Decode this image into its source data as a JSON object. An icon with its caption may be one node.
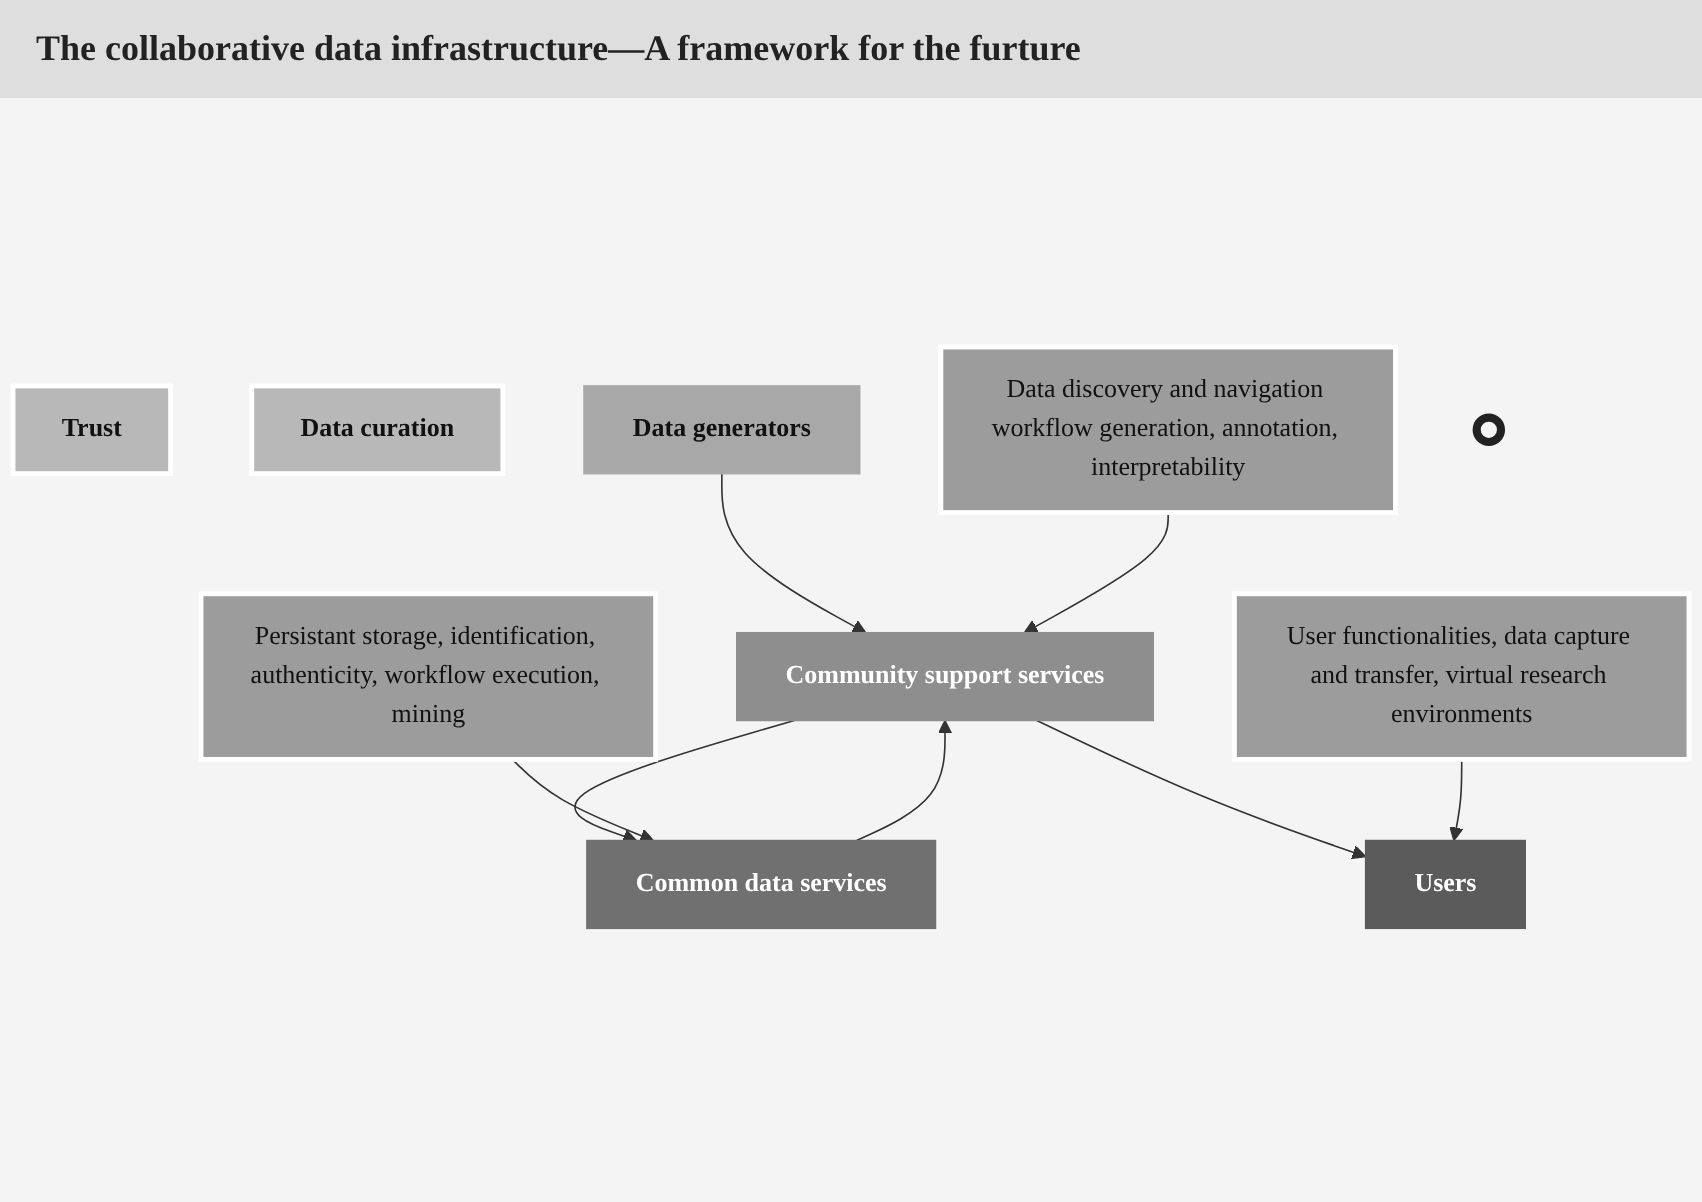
{
  "diagram": {
    "title": "The collaborative data infrastructure—A framework for the furture",
    "nodes": [
      {
        "text": [
          "Trust"
        ]
      },
      {
        "text": [
          "Data curation"
        ]
      },
      {
        "text": [
          "Data generators"
        ]
      },
      {
        "text": [
          "Users"
        ]
      },
      {
        "text": [
          "User functionalities, data capture and transfer, virtual research environments"
        ]
      },
      {
        "text": [
          "Community support services"
        ]
      },
      {
        "text": [
          "Data discovery and navigation workflow generation, annotation, interpretability"
        ]
      },
      {
        "text": [],
        "shape": "ellipse"
      },
      {
        "text": [
          "Common data services"
        ]
      },
      {
        "text": [
          "Persistant storage, identification, authenticity, workflow execution, mining"
        ]
      }
    ],
    "edges": [
      {
        "from": 2,
        "to": 5,
        "arrow": "to"
      },
      {
        "from": 5,
        "to": 8,
        "arrow": "to"
      },
      {
        "from": 8,
        "to": 5,
        "arrow": "to"
      },
      {
        "from": 5,
        "to": 3,
        "arrow": "to"
      },
      {
        "from": 4,
        "to": 3,
        "arrow": "to"
      },
      {
        "from": 6,
        "to": 5,
        "arrow": "to"
      },
      {
        "from": 9,
        "to": 8,
        "arrow": "to"
      }
    ]
  }
}
